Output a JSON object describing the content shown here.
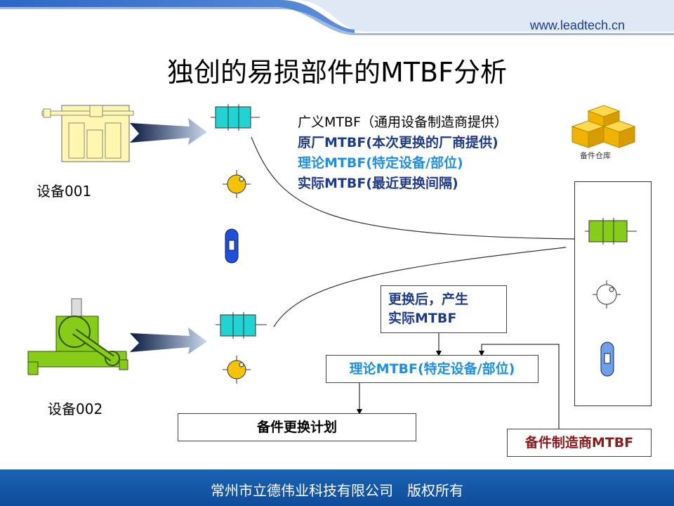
{
  "header": {
    "website": "www.leadtech.cn"
  },
  "title": "独创的易损部件的MTBF分析",
  "equipment": [
    {
      "label": "设备001"
    },
    {
      "label": "设备002"
    }
  ],
  "mtbf_types": [
    {
      "text": "广义MTBF（通用设备制造商提供）",
      "color": "#000000"
    },
    {
      "text": "原厂MTBF(本次更换的厂商提供)",
      "color": "#1e3a8a"
    },
    {
      "text": "理论MTBF(特定设备/部位)",
      "color": "#1f8fe5"
    },
    {
      "text": "实际MTBF(最近更换间隔)",
      "color": "#1e3a8a"
    }
  ],
  "warehouse_label": "备件仓库",
  "boxes": {
    "after_replace_line1": "更换后，产生",
    "after_replace_line2": "实际MTBF",
    "theory": "理论MTBF(特定设备/部位)",
    "plan": "备件更换计划",
    "maker": "备件制造商MTBF"
  },
  "footer": {
    "copyright": "常州市立德伟业科技有限公司　版权所有"
  },
  "colors": {
    "cyan_part": "#22d3d3",
    "bearing": "#f5c400",
    "blue_part": "#1e4fd8",
    "green_part": "#88cc1a",
    "footer": "#1d63b5"
  }
}
